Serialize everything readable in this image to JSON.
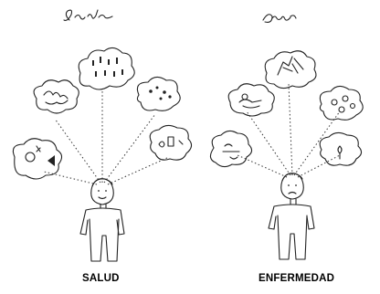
{
  "panels": {
    "left": {
      "script_title": "Saúde",
      "caption": "SALUD"
    },
    "right": {
      "script_title": "Doença",
      "caption": "ENFERMEDAD"
    }
  },
  "icons": {
    "left_figure": "smiling-person-icon",
    "right_figure": "sad-person-icon",
    "thought_cloud": "thought-cloud-icon"
  },
  "colors": {
    "ink": "#222222",
    "background": "#ffffff"
  }
}
